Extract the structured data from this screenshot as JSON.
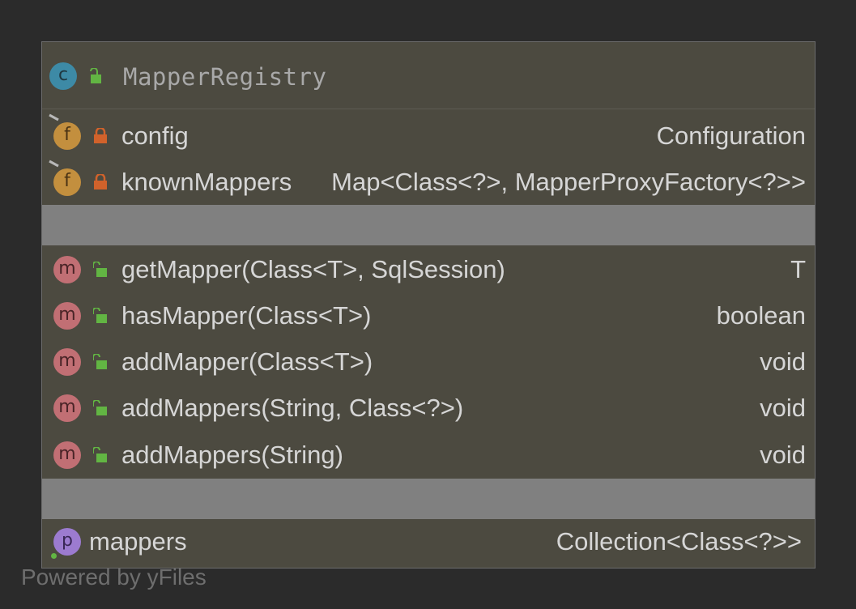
{
  "class": {
    "name": "MapperRegistry",
    "kind_icon": "class-icon",
    "kind_letter": "c",
    "visibility_icon": "public-lock-icon"
  },
  "fields": [
    {
      "name": "config",
      "type": "Configuration",
      "icon_letter": "f",
      "visibility": "private"
    },
    {
      "name": "knownMappers",
      "type": "Map<Class<?>, MapperProxyFactory<?>>",
      "icon_letter": "f",
      "visibility": "private"
    }
  ],
  "methods": [
    {
      "name": "getMapper(Class<T>, SqlSession)",
      "type": "T",
      "icon_letter": "m",
      "visibility": "public"
    },
    {
      "name": "hasMapper(Class<T>)",
      "type": "boolean",
      "icon_letter": "m",
      "visibility": "public"
    },
    {
      "name": "addMapper(Class<T>)",
      "type": "void",
      "icon_letter": "m",
      "visibility": "public"
    },
    {
      "name": "addMappers(String, Class<?>)",
      "type": "void",
      "icon_letter": "m",
      "visibility": "public"
    },
    {
      "name": "addMappers(String)",
      "type": "void",
      "icon_letter": "m",
      "visibility": "public"
    }
  ],
  "properties": [
    {
      "name": "mappers",
      "type": "Collection<Class<?>>",
      "icon_letter": "p"
    }
  ],
  "footer": "Powered by yFiles",
  "colors": {
    "background": "#2b2b2b",
    "node_fill": "#4c4a40",
    "separator": "#808080",
    "private_lock": "#d1622b",
    "public_lock": "#62b543"
  }
}
